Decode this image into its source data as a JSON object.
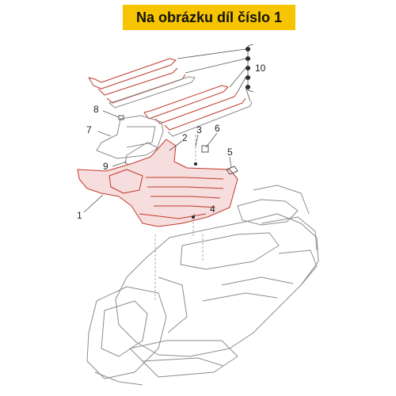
{
  "banner": {
    "text": "Na obrázku díl číslo 1",
    "color": "#f6c400"
  },
  "callouts": {
    "c1": "1",
    "c2": "2",
    "c3": "3",
    "c4": "4",
    "c5": "5",
    "c6": "6",
    "c7": "7",
    "c8": "8",
    "c9": "9",
    "c10": "10"
  },
  "colors": {
    "highlight_part": "#c0392b",
    "line_art": "#8c8c8c"
  }
}
